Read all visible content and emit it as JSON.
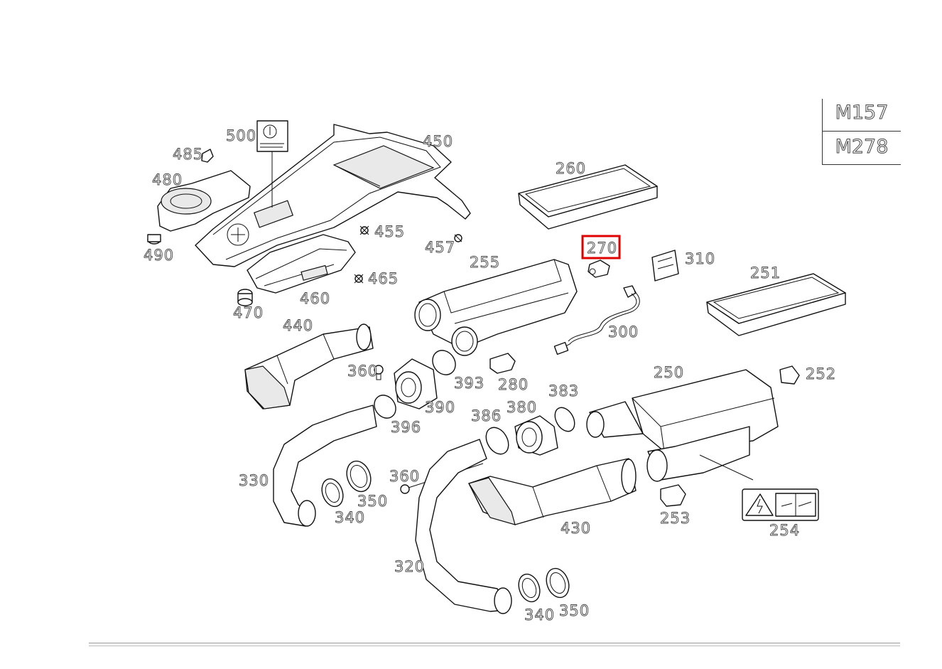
{
  "engine_codes": [
    "M157",
    "M278"
  ],
  "highlight_color": "#e00000",
  "highlighted_part": "270",
  "part_labels": {
    "p485": "485",
    "p500": "500",
    "p450": "450",
    "p480": "480",
    "p490": "490",
    "p455": "455",
    "p457": "457",
    "p460": "460",
    "p465": "465",
    "p470": "470",
    "p260": "260",
    "p270": "270",
    "p310": "310",
    "p255": "255",
    "p251": "251",
    "p440": "440",
    "p300": "300",
    "p360a": "360",
    "p393": "393",
    "p280": "280",
    "p250": "250",
    "p252": "252",
    "p390": "390",
    "p383": "383",
    "p396": "396",
    "p386": "386",
    "p380": "380",
    "p330": "330",
    "p360b": "360",
    "p350a": "350",
    "p340a": "340",
    "p430": "430",
    "p253": "253",
    "p254": "254",
    "p320": "320",
    "p340b": "340",
    "p350b": "350"
  }
}
